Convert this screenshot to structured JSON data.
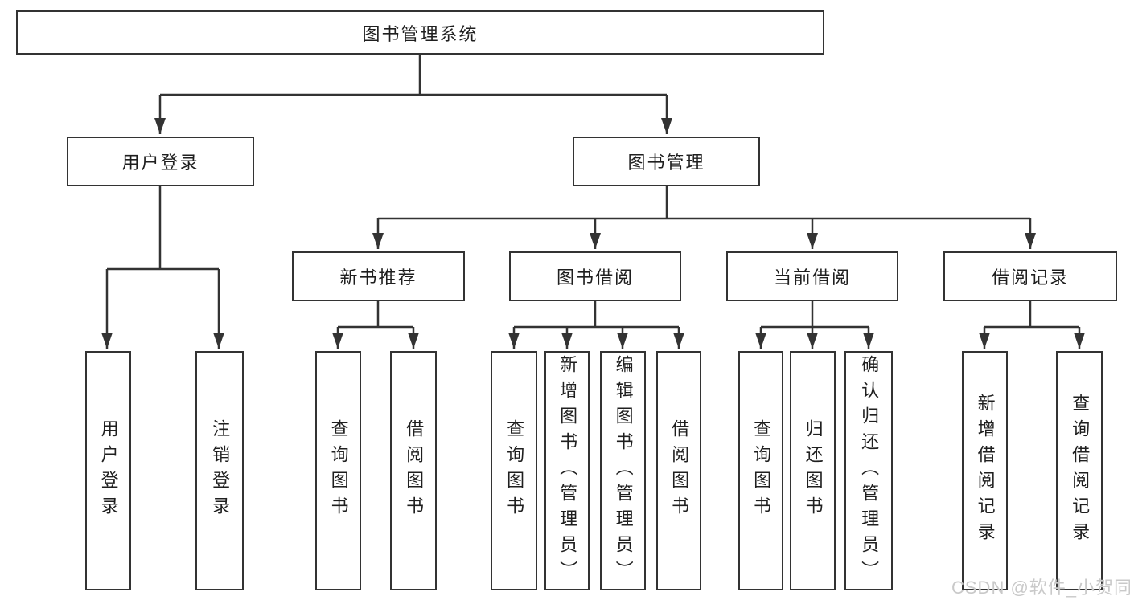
{
  "colors": {
    "background": "#ffffff",
    "line": "#333333",
    "box_border": "#333333",
    "text": "#1f1f1f",
    "watermark": "#c9c9c9"
  },
  "tree": {
    "root": {
      "label": "图书管理系统"
    },
    "branches": [
      {
        "label": "用户登录",
        "children": [
          {
            "label": "用户登录"
          },
          {
            "label": "注销登录"
          }
        ]
      },
      {
        "label": "图书管理",
        "children": [
          {
            "label": "新书推荐",
            "children": [
              {
                "label": "查询图书"
              },
              {
                "label": "借阅图书"
              }
            ]
          },
          {
            "label": "图书借阅",
            "children": [
              {
                "label": "查询图书"
              },
              {
                "label": "新增图书（管理员）"
              },
              {
                "label": "编辑图书（管理员）"
              },
              {
                "label": "借阅图书"
              }
            ]
          },
          {
            "label": "当前借阅",
            "children": [
              {
                "label": "查询图书"
              },
              {
                "label": "归还图书"
              },
              {
                "label": "确认归还（管理员）"
              }
            ]
          },
          {
            "label": "借阅记录",
            "children": [
              {
                "label": "新增借阅记录"
              },
              {
                "label": "查询借阅记录"
              }
            ]
          }
        ]
      }
    ]
  },
  "watermark": {
    "text": "CSDN @软件_小贺同学"
  }
}
